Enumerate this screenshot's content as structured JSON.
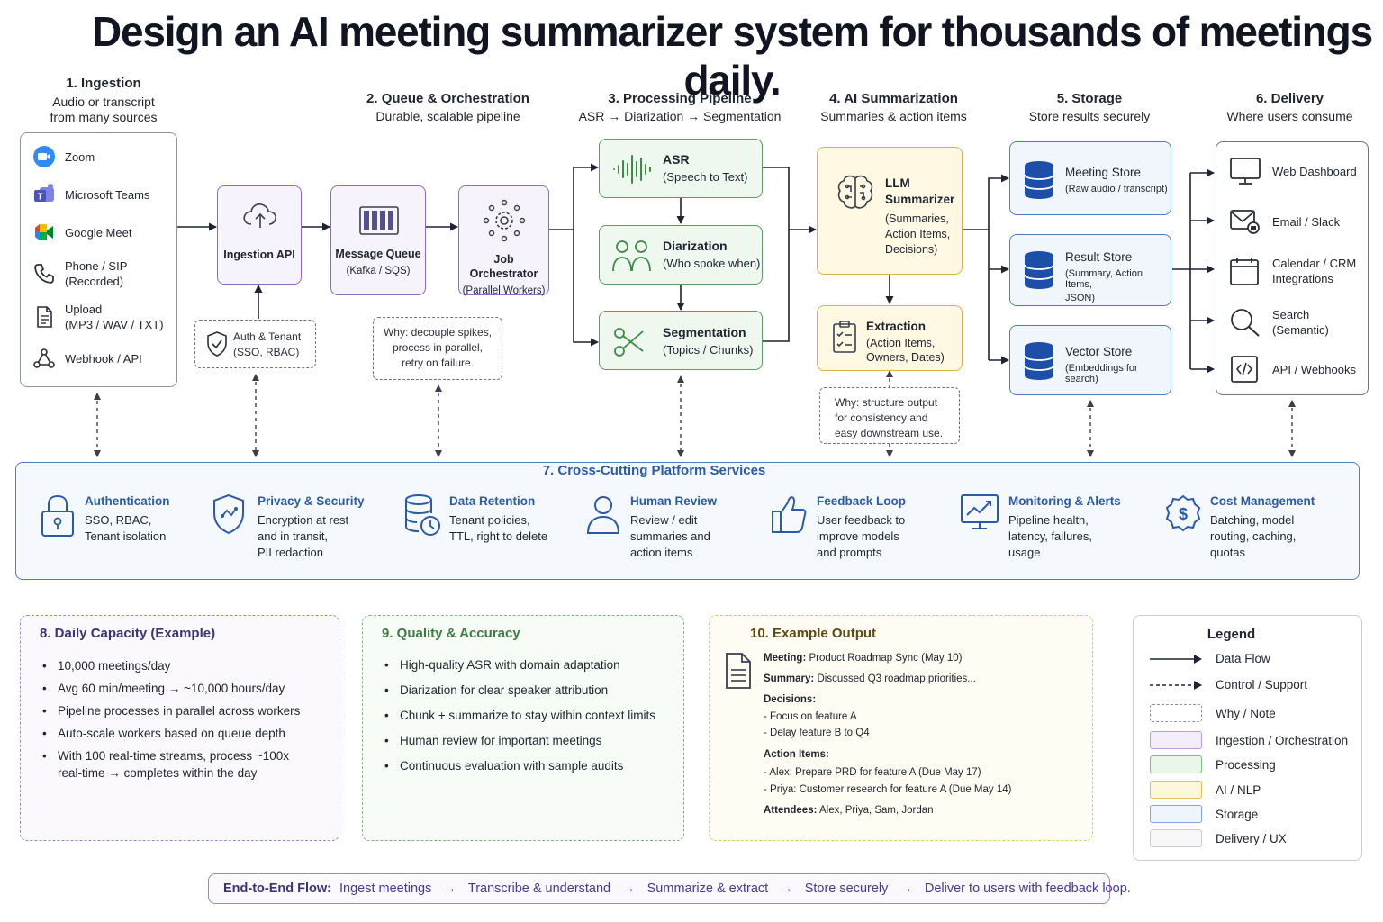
{
  "title": "Design an AI meeting summarizer system for thousands of meetings daily.",
  "sections": {
    "ingestion": {
      "title": "1. Ingestion",
      "subtitle_1": "Audio or transcript",
      "subtitle_2": "from many sources"
    },
    "queue": {
      "title": "2. Queue & Orchestration",
      "subtitle": "Durable, scalable pipeline"
    },
    "processing": {
      "title": "3. Processing Pipeline",
      "subtitle": "ASR → Diarization → Segmentation"
    },
    "ai": {
      "title": "4. AI Summarization",
      "subtitle": "Summaries & action items"
    },
    "storage": {
      "title": "5. Storage",
      "subtitle": "Store results securely"
    },
    "delivery": {
      "title": "6. Delivery",
      "subtitle": "Where users consume"
    }
  },
  "sources": [
    {
      "label": "Zoom",
      "icon": "zoom-icon"
    },
    {
      "label": "Microsoft Teams",
      "icon": "teams-icon"
    },
    {
      "label": "Google Meet",
      "icon": "google-meet-icon"
    },
    {
      "label": "Phone / SIP",
      "label2": "(Recorded)",
      "icon": "phone-icon"
    },
    {
      "label": "Upload",
      "label2": "(MP3 / WAV / TXT)",
      "icon": "upload-file-icon"
    },
    {
      "label": "Webhook / API",
      "icon": "webhook-icon"
    }
  ],
  "ingestion_api": {
    "label": "Ingestion API"
  },
  "auth_tenant": {
    "line1": "Auth & Tenant",
    "line2": "(SSO, RBAC)"
  },
  "message_queue": {
    "label": "Message Queue",
    "sub": "(Kafka / SQS)"
  },
  "job_orchestrator": {
    "label": "Job Orchestrator",
    "sub": "(Parallel Workers)"
  },
  "queue_note": {
    "line1": "Why: decouple spikes,",
    "line2": "process in parallel,",
    "line3": "retry on failure."
  },
  "asr": {
    "label": "ASR",
    "sub": "(Speech to Text)"
  },
  "diarization": {
    "label": "Diarization",
    "sub": "(Who spoke when)"
  },
  "segmentation": {
    "label": "Segmentation",
    "sub": "(Topics / Chunks)"
  },
  "llm": {
    "label1": "LLM",
    "label2": "Summarizer",
    "sub1": "(Summaries,",
    "sub2": "Action Items,",
    "sub3": "Decisions)"
  },
  "extraction": {
    "label": "Extraction",
    "sub1": "(Action Items,",
    "sub2": "Owners, Dates)"
  },
  "ai_note": {
    "line1": "Why: structure output",
    "line2": "for consistency and",
    "line3": "easy downstream use."
  },
  "stores": [
    {
      "label": "Meeting Store",
      "sub1": "(Raw audio / transcript)",
      "sub2": ""
    },
    {
      "label": "Result Store",
      "sub1": "(Summary, Action Items,",
      "sub2": "JSON)"
    },
    {
      "label": "Vector Store",
      "sub1": "(Embeddings for search)",
      "sub2": ""
    }
  ],
  "delivery_items": [
    {
      "label": "Web Dashboard",
      "label2": "",
      "icon": "monitor-icon"
    },
    {
      "label": "Email / Slack",
      "label2": "",
      "icon": "email-icon"
    },
    {
      "label": "Calendar / CRM",
      "label2": "Integrations",
      "icon": "calendar-icon"
    },
    {
      "label": "Search",
      "label2": "(Semantic)",
      "icon": "search-icon"
    },
    {
      "label": "API / Webhooks",
      "label2": "",
      "icon": "code-icon"
    }
  ],
  "cross_cutting": {
    "title": "7. Cross-Cutting Platform Services",
    "items": [
      {
        "title": "Authentication",
        "lines": [
          "SSO, RBAC,",
          "Tenant isolation"
        ],
        "icon": "lock-icon"
      },
      {
        "title": "Privacy & Security",
        "lines": [
          "Encryption at rest",
          "and in transit,",
          "PII redaction"
        ],
        "icon": "shield-icon"
      },
      {
        "title": "Data Retention",
        "lines": [
          "Tenant policies,",
          "TTL, right to delete"
        ],
        "icon": "database-clock-icon"
      },
      {
        "title": "Human Review",
        "lines": [
          "Review / edit",
          "summaries and",
          "action items"
        ],
        "icon": "person-icon"
      },
      {
        "title": "Feedback Loop",
        "lines": [
          "User feedback to",
          "improve models",
          "and prompts"
        ],
        "icon": "thumbs-up-icon"
      },
      {
        "title": "Monitoring & Alerts",
        "lines": [
          "Pipeline health,",
          "latency, failures,",
          "usage"
        ],
        "icon": "chart-monitor-icon"
      },
      {
        "title": "Cost Management",
        "lines": [
          "Batching, model",
          "routing, caching,",
          "quotas"
        ],
        "icon": "dollar-badge-icon"
      }
    ]
  },
  "capacity": {
    "title": "8. Daily Capacity (Example)",
    "items": [
      "10,000 meetings/day",
      "Avg 60 min/meeting → ~10,000 hours/day",
      "Pipeline processes in parallel across workers",
      "Auto-scale workers based on queue depth",
      "With 100 real-time streams, process ~100x real-time → completes within the day"
    ]
  },
  "quality": {
    "title": "9. Quality & Accuracy",
    "items": [
      "High-quality ASR with domain adaptation",
      "Diarization for clear speaker attribution",
      "Chunk + summarize to stay within context limits",
      "Human review for important meetings",
      "Continuous evaluation with sample audits"
    ]
  },
  "example": {
    "title": "10. Example Output",
    "meeting_label": "Meeting:",
    "meeting": "Product Roadmap Sync (May 10)",
    "summary_label": "Summary:",
    "summary": "Discussed Q3 roadmap priorities...",
    "decisions_label": "Decisions:",
    "decisions": [
      "- Focus on feature A",
      "- Delay feature B to Q4"
    ],
    "actions_label": "Action Items:",
    "actions": [
      "- Alex: Prepare PRD for feature A (Due May 17)",
      "- Priya: Customer research for feature A (Due May 14)"
    ],
    "attendees_label": "Attendees:",
    "attendees": "Alex, Priya, Sam, Jordan"
  },
  "legend": {
    "title": "Legend",
    "items": [
      {
        "label": "Data Flow",
        "kind": "solid-arrow"
      },
      {
        "label": "Control / Support",
        "kind": "dashed-arrow"
      },
      {
        "label": "Why / Note",
        "kind": "dashed-box",
        "color": "#8a8f99"
      },
      {
        "label": "Ingestion / Orchestration",
        "kind": "swatch",
        "color": "#b89be0",
        "fill": "#f4eefc"
      },
      {
        "label": "Processing",
        "kind": "swatch",
        "color": "#7dbb84",
        "fill": "#eaf6ea"
      },
      {
        "label": "AI / NLP",
        "kind": "swatch",
        "color": "#e2c05a",
        "fill": "#fff7dc"
      },
      {
        "label": "Storage",
        "kind": "swatch",
        "color": "#7ea4dc",
        "fill": "#eef4fc"
      },
      {
        "label": "Delivery / UX",
        "kind": "swatch",
        "color": "#c9ccd2",
        "fill": "#f7f7f8"
      }
    ]
  },
  "flow": {
    "label": "End-to-End Flow:",
    "steps": [
      "Ingest meetings",
      "Transcribe & understand",
      "Summarize & extract",
      "Store securely",
      "Deliver to users with feedback loop."
    ],
    "arrow": "→"
  },
  "colors": {
    "ingestion": "#8c6bc6",
    "processing": "#5a9a63",
    "ai": "#d8b448",
    "storage": "#4d7ec4",
    "accent_text": "#2b5aa8",
    "flow_purple": "#6a4aa8"
  }
}
